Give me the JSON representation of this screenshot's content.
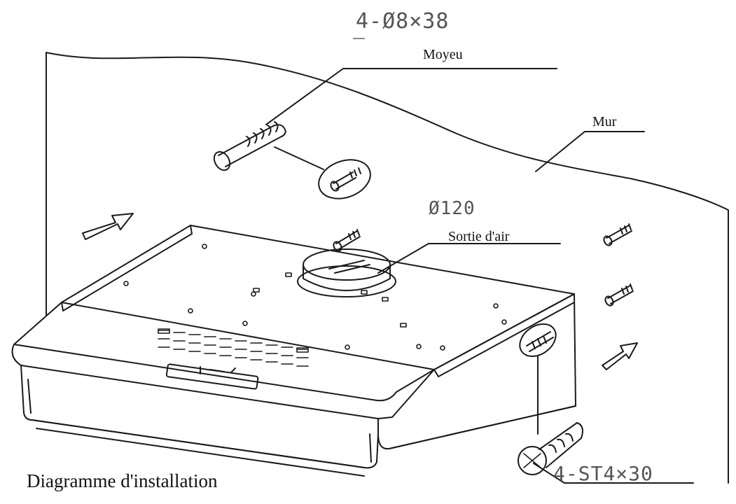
{
  "labels": {
    "screw_spec_top": "4-Ø8×38",
    "hub": "Moyeu",
    "wall": "Mur",
    "duct_diameter": "Ø120",
    "air_outlet": "Sortie d'air",
    "screw_spec_bottom": "4-ST4×30"
  },
  "caption": "Diagramme d'installation",
  "colors": {
    "stroke": "#1a1a1a",
    "label_gray": "#555555"
  }
}
